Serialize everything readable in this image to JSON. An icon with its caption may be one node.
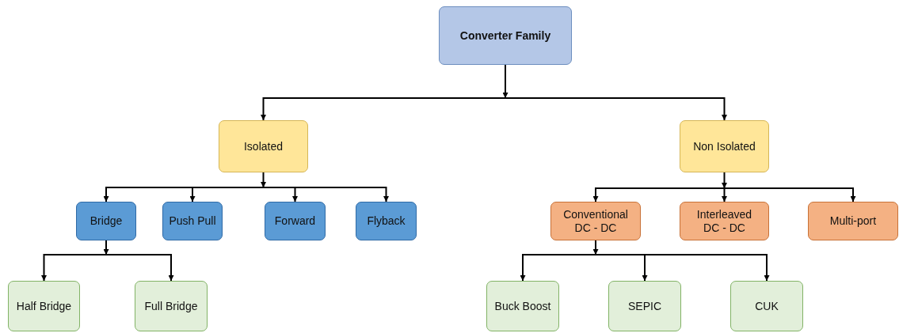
{
  "diagram": {
    "nodes": [
      {
        "text": [
          "Converter Family"
        ]
      },
      {
        "text": [
          "Isolated"
        ]
      },
      {
        "text": [
          "Non Isolated"
        ]
      },
      {
        "text": [
          "Bridge"
        ]
      },
      {
        "text": [
          "Push Pull"
        ]
      },
      {
        "text": [
          "Forward"
        ]
      },
      {
        "text": [
          "Flyback"
        ]
      },
      {
        "text": [
          "Conventional DC - DC"
        ]
      },
      {
        "text": [
          "Interleaved DC - DC"
        ]
      },
      {
        "text": [
          "Multi-port"
        ]
      },
      {
        "text": [
          "Half Bridge"
        ]
      },
      {
        "text": [
          "Full Bridge"
        ]
      },
      {
        "text": [
          "Buck Boost"
        ]
      },
      {
        "text": [
          "SEPIC"
        ]
      },
      {
        "text": [
          "CUK"
        ]
      }
    ],
    "edges": [
      {
        "from": 0,
        "to": 1,
        "arrow": "to"
      },
      {
        "from": 0,
        "to": 2,
        "arrow": "to"
      },
      {
        "from": 1,
        "to": 3,
        "arrow": "to"
      },
      {
        "from": 1,
        "to": 4,
        "arrow": "to"
      },
      {
        "from": 1,
        "to": 5,
        "arrow": "to"
      },
      {
        "from": 1,
        "to": 6,
        "arrow": "to"
      },
      {
        "from": 2,
        "to": 7,
        "arrow": "to"
      },
      {
        "from": 2,
        "to": 8,
        "arrow": "to"
      },
      {
        "from": 2,
        "to": 9,
        "arrow": "to"
      },
      {
        "from": 3,
        "to": 10,
        "arrow": "to"
      },
      {
        "from": 3,
        "to": 11,
        "arrow": "to"
      },
      {
        "from": 7,
        "to": 12,
        "arrow": "to"
      },
      {
        "from": 7,
        "to": 13,
        "arrow": "to"
      },
      {
        "from": 7,
        "to": 14,
        "arrow": "to"
      }
    ]
  }
}
